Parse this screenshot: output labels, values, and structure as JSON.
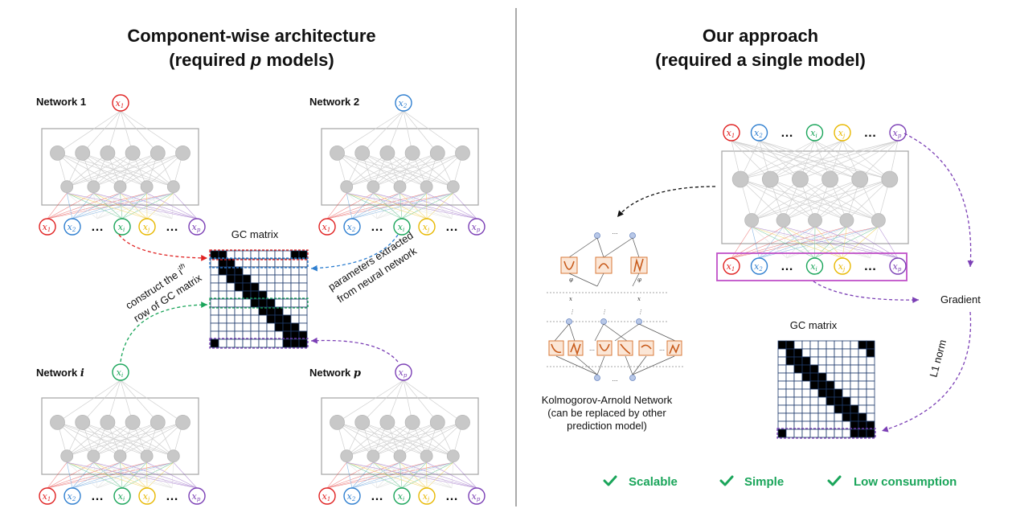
{
  "left": {
    "title_line1": "Component-wise architecture",
    "title_line2_pre": "(required ",
    "title_line2_var": "p",
    "title_line2_post": " models)",
    "networks": [
      {
        "label": "Network 1",
        "output": "1"
      },
      {
        "label": "Network 2",
        "output": "2"
      },
      {
        "label": "Network ",
        "label_var": "i",
        "output": "i"
      },
      {
        "label": "Network ",
        "label_var": "p",
        "output": "p"
      }
    ],
    "gc_label": "GC matrix",
    "annot_construct_line1": "construct the i",
    "annot_construct_sup": "th",
    "annot_construct_line2": "row of GC matrix",
    "annot_params_line1": "parameters extracted",
    "annot_params_line2": "from neural network"
  },
  "right": {
    "title_line1": "Our approach",
    "title_line2": "(required a single model)",
    "gradient_label": "Gradient",
    "gc_label": "GC matrix",
    "l1_label": "L1 norm",
    "kan_line1": "Kolmogorov-Arnold Network",
    "kan_line2": "(can be replaced by other",
    "kan_line3": "prediction model)"
  },
  "inputs": [
    {
      "sub": "1",
      "color": "#e02020"
    },
    {
      "sub": "2",
      "color": "#2f7fd0"
    },
    {
      "sub": "…",
      "color": "#111111"
    },
    {
      "sub": "i",
      "color": "#1aa55a"
    },
    {
      "sub": "j",
      "color": "#e8b800"
    },
    {
      "sub": "…",
      "color": "#111111"
    },
    {
      "sub": "p",
      "color": "#7b3fb5"
    }
  ],
  "benefits": [
    "Scalable",
    "Simple",
    "Low consumption"
  ],
  "colors": {
    "red": "#e02020",
    "blue": "#2f7fd0",
    "green": "#1aa55a",
    "yellow": "#e8b800",
    "purple": "#7b3fb5",
    "magenta": "#c050c8",
    "node": "#c8c8c8"
  },
  "gc_left": [
    [
      1,
      1,
      0,
      0,
      0,
      0,
      0,
      0,
      0,
      0,
      1,
      1
    ],
    [
      0,
      1,
      1,
      0,
      0,
      0,
      0,
      0,
      0,
      0,
      0,
      0
    ],
    [
      0,
      1,
      1,
      1,
      0,
      0,
      0,
      0,
      0,
      0,
      0,
      0
    ],
    [
      0,
      0,
      1,
      1,
      1,
      0,
      0,
      0,
      0,
      0,
      0,
      0
    ],
    [
      0,
      0,
      0,
      1,
      1,
      1,
      0,
      0,
      0,
      0,
      0,
      0
    ],
    [
      0,
      0,
      0,
      0,
      1,
      1,
      1,
      0,
      0,
      0,
      0,
      0
    ],
    [
      0,
      0,
      0,
      0,
      0,
      1,
      1,
      1,
      0,
      0,
      0,
      0
    ],
    [
      0,
      0,
      0,
      0,
      0,
      0,
      1,
      1,
      1,
      0,
      0,
      0
    ],
    [
      0,
      0,
      0,
      0,
      0,
      0,
      0,
      1,
      1,
      1,
      0,
      0
    ],
    [
      0,
      0,
      0,
      0,
      0,
      0,
      0,
      0,
      1,
      1,
      1,
      0
    ],
    [
      0,
      0,
      0,
      0,
      0,
      0,
      0,
      0,
      0,
      1,
      1,
      1
    ],
    [
      1,
      0,
      0,
      0,
      0,
      0,
      0,
      0,
      0,
      1,
      1,
      1
    ]
  ],
  "gc_right": [
    [
      1,
      1,
      0,
      0,
      0,
      0,
      0,
      0,
      0,
      0,
      1,
      1
    ],
    [
      0,
      1,
      1,
      0,
      0,
      0,
      0,
      0,
      0,
      0,
      0,
      1
    ],
    [
      0,
      1,
      1,
      1,
      0,
      0,
      0,
      0,
      0,
      0,
      0,
      0
    ],
    [
      0,
      0,
      1,
      1,
      1,
      0,
      0,
      0,
      0,
      0,
      0,
      0
    ],
    [
      0,
      0,
      0,
      1,
      1,
      1,
      0,
      0,
      0,
      0,
      0,
      0
    ],
    [
      0,
      0,
      0,
      0,
      1,
      1,
      1,
      0,
      0,
      0,
      0,
      0
    ],
    [
      0,
      0,
      0,
      0,
      0,
      1,
      1,
      1,
      0,
      0,
      0,
      0
    ],
    [
      0,
      0,
      0,
      0,
      0,
      0,
      1,
      1,
      1,
      0,
      0,
      0
    ],
    [
      0,
      0,
      0,
      0,
      0,
      0,
      0,
      1,
      1,
      1,
      0,
      0
    ],
    [
      0,
      0,
      0,
      0,
      0,
      0,
      0,
      0,
      1,
      1,
      1,
      0
    ],
    [
      0,
      0,
      0,
      0,
      0,
      0,
      0,
      0,
      0,
      1,
      1,
      1
    ],
    [
      1,
      0,
      0,
      0,
      0,
      0,
      0,
      0,
      0,
      1,
      1,
      1
    ]
  ]
}
